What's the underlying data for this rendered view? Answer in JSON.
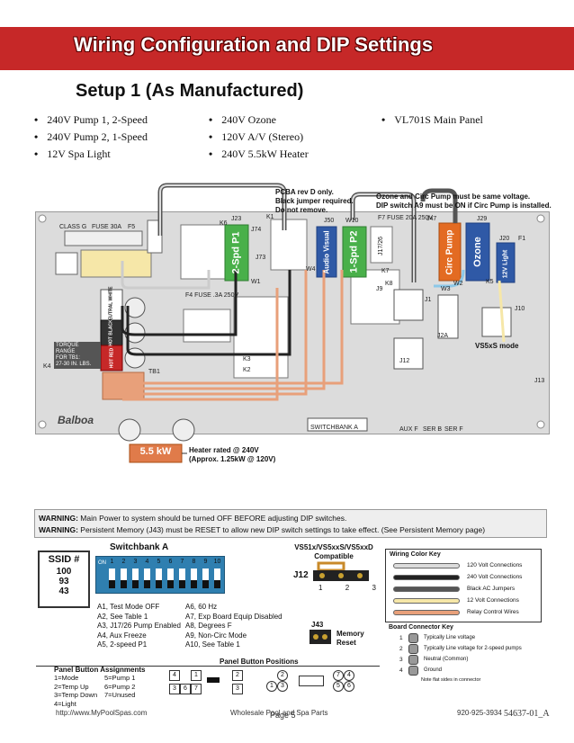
{
  "title": "Wiring Configuration and DIP Settings",
  "setup": "Setup 1 (As Manufactured)",
  "bullets": {
    "col1": [
      "240V Pump 1, 2-Speed",
      "240V Pump 2, 1-Speed",
      "12V Spa Light"
    ],
    "col2": [
      "240V Ozone",
      "120V A/V (Stereo)",
      "240V 5.5kW Heater"
    ],
    "col3": [
      "VL701S Main Panel"
    ]
  },
  "notes": {
    "pcba": "PCBA rev D only.",
    "jumper": "Black jumper required.",
    "noremove": "Do not remove.",
    "ozone1": "Ozone and Circ Pump must be same voltage.",
    "ozone2": "DIP switch A9 must be ON if Circ Pump is installed.",
    "vs_mode": "VS5xS mode",
    "heater1": "Heater rated @ 240V",
    "heater2": "(Approx. 1.25kW @ 120V)",
    "kw": "5.5 kW"
  },
  "board_labels": {
    "class_g": "CLASS G",
    "fuse30": "FUSE 30A",
    "f5": "F5",
    "f7": "F7 FUSE 20A 250V",
    "f4": "F4  FUSE .3A 250V",
    "k6": "K6",
    "j23": "J23",
    "k1": "K1",
    "j74": "J74",
    "j73": "J73",
    "j50": "J50",
    "w10": "W10",
    "j47": "J47",
    "j29": "J29",
    "j20": "J20",
    "f1": "F1",
    "k4": "K4",
    "k3": "K3",
    "k2": "K2",
    "j1": "J1",
    "w3": "W3",
    "w2": "W2",
    "k5": "K5",
    "j10": "J10",
    "j2a": "J2A",
    "j13": "J13",
    "w1": "W1",
    "w4": "W4",
    "k8": "K8",
    "j12": "J12",
    "j9": "J9",
    "j17": "J17/26",
    "k7": "K7",
    "spd1": "2-Spd P1",
    "av": "Audio Visual",
    "spd2": "1-Spd P2",
    "circ": "Circ Pump",
    "ozone": "Ozone",
    "light": "12V Light",
    "neutral": "NEUTRAL WHITE",
    "black": "HOT BLACK",
    "red": "HOT RED",
    "torque1": "TORQUE",
    "torque2": "RANGE",
    "torque3": "FOR TB1:",
    "torque4": "27-30 IN. LBS.",
    "tb1": "TB1",
    "balboa": "Balboa",
    "switchbank": "SWITCHBANK A",
    "aux": "AUX F",
    "serb": "SER B",
    "serf": "SER F"
  },
  "warnings": {
    "w1_label": "WARNING:",
    "w1": "Main Power to system should be turned OFF BEFORE adjusting DIP switches.",
    "w2_label": "WARNING:",
    "w2": "Persistent Memory (J43) must be RESET to allow new DIP switch settings to take effect. (See Persistent Memory page)"
  },
  "ssid": {
    "title": "SSID #",
    "values": [
      "100",
      "93",
      "43"
    ]
  },
  "switchbank": {
    "title": "Switchbank A",
    "on_label": "ON",
    "numbers": [
      "1",
      "2",
      "3",
      "4",
      "5",
      "6",
      "7",
      "8",
      "9",
      "10"
    ],
    "on_switches": [
      false,
      false,
      false,
      false,
      false,
      false,
      false,
      false,
      false,
      false
    ]
  },
  "dip_list": {
    "left": [
      "A1, Test Mode OFF",
      "A2, See Table 1",
      "A3, J17/26 Pump Enabled",
      "A4, Aux Freeze",
      "A5, 2-speed P1"
    ],
    "right": [
      "A6, 60 Hz",
      "A7, Exp Board Equip Disabled",
      "A8, Degrees F",
      "A9, Non-Circ Mode",
      "A10, See Table 1"
    ]
  },
  "vs51": {
    "title1": "VS51x/VS5xxS/VS5xxD",
    "title2": "Compatible",
    "j12": "J12",
    "pins": [
      "1",
      "2",
      "3"
    ]
  },
  "j43": {
    "label": "J43",
    "memory": "Memory",
    "reset": "Reset"
  },
  "panel_assign": {
    "title": "Panel Button Assignments",
    "left": [
      "1=Mode",
      "2=Temp Up",
      "3=Temp Down",
      "4=Light"
    ],
    "right": [
      "5=Pump 1",
      "6=Pump 2",
      "7=Unused"
    ]
  },
  "panel_positions": {
    "title": "Panel Button Positions",
    "a": [
      "4",
      "1",
      "2"
    ],
    "b": [
      "3",
      "6",
      "7",
      "3"
    ],
    "c": [
      "2",
      "7",
      "4"
    ],
    "d": [
      "1",
      "3",
      "5",
      "6"
    ]
  },
  "wiring_key": {
    "title": "Wiring Color Key",
    "items": [
      {
        "label": "120 Volt Connections",
        "color": "#dcdcdc"
      },
      {
        "label": "240 Volt Connections",
        "color": "#222222"
      },
      {
        "label": "Black AC Jumpers",
        "color": "#555555"
      },
      {
        "label": "12 Volt Connections",
        "color": "#f6e7a8"
      },
      {
        "label": "Relay Control Wires",
        "color": "#e8a07a"
      }
    ]
  },
  "connector_key": {
    "title": "Board Connector Key",
    "items": [
      {
        "n": "1",
        "label": "Typically Line voltage"
      },
      {
        "n": "2",
        "label": "Typically Line voltage for 2-speed pumps"
      },
      {
        "n": "3",
        "label": "Neutral (Common)"
      },
      {
        "n": "4",
        "label": "Ground"
      }
    ],
    "note": "Note flat sides in connector"
  },
  "footer": {
    "url": "http://www.MyPoolSpas.com",
    "center": "Wholesale Pool and Spa Parts",
    "page": "Page 5",
    "phone": "920-925-3934",
    "doc": "54637-01_A"
  }
}
